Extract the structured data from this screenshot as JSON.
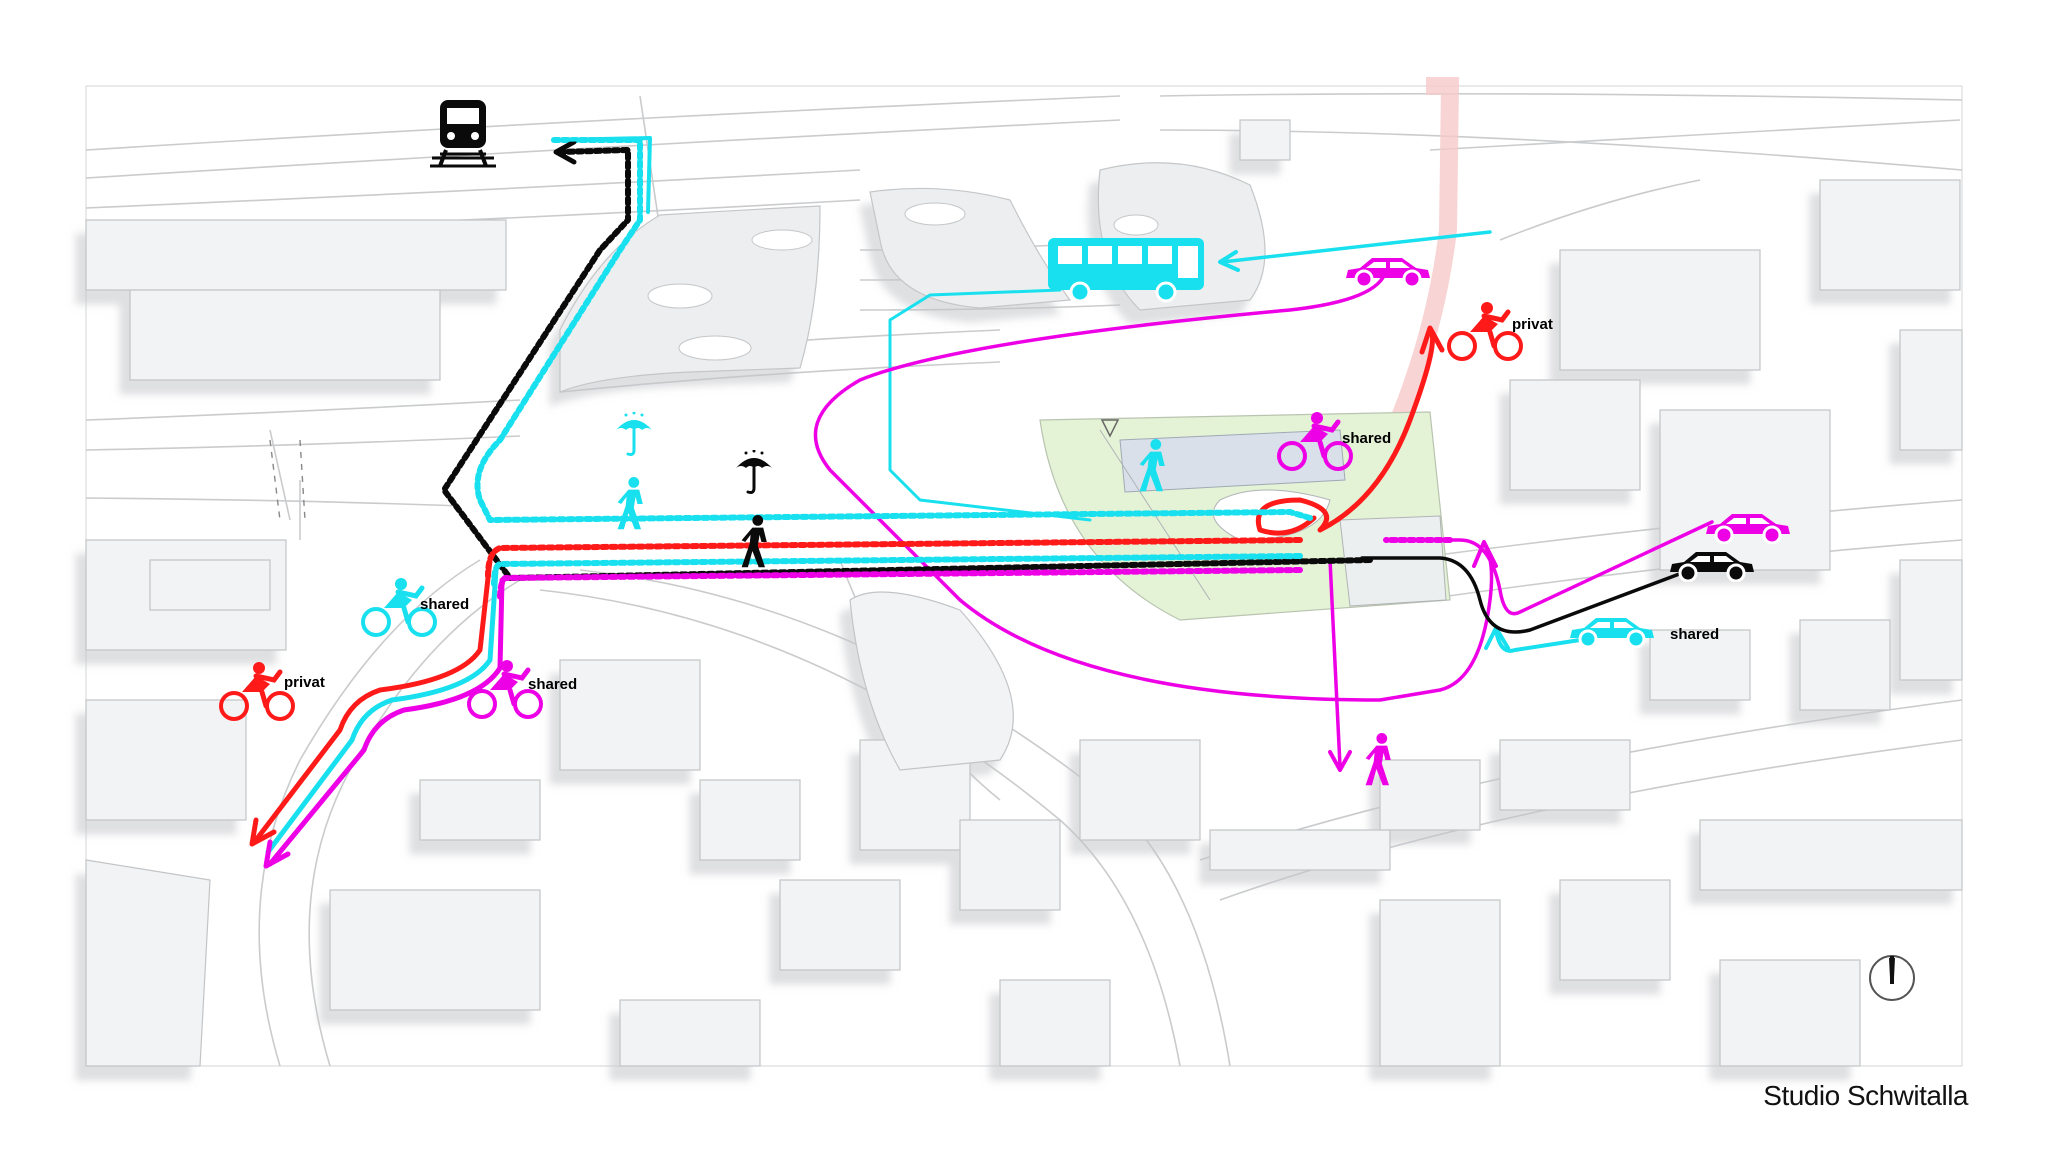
{
  "labels": {
    "shared_bike_left": "shared",
    "privat_bike_left": "privat",
    "shared_bike_magenta": "shared",
    "shared_bike_plaza": "shared",
    "privat_bike_right": "privat",
    "shared_car": "shared"
  },
  "credit": "Studio Schwitalla",
  "colors": {
    "cyan": "#18e0ee",
    "magenta": "#ee00e6",
    "red": "#ff1a1a",
    "black": "#0a0a0a",
    "building": "#f2f3f4",
    "building_shadow": "#cfd2d5",
    "road_line": "#c9cbcd",
    "park": "#e4f2d6"
  },
  "icons": {
    "train": "train-icon",
    "bus": "bus-icon",
    "car": "car-icon",
    "bicycle": "bicycle-icon",
    "pedestrian": "pedestrian-icon",
    "umbrella": "umbrella-icon",
    "north_arrow": "north-arrow-icon"
  }
}
